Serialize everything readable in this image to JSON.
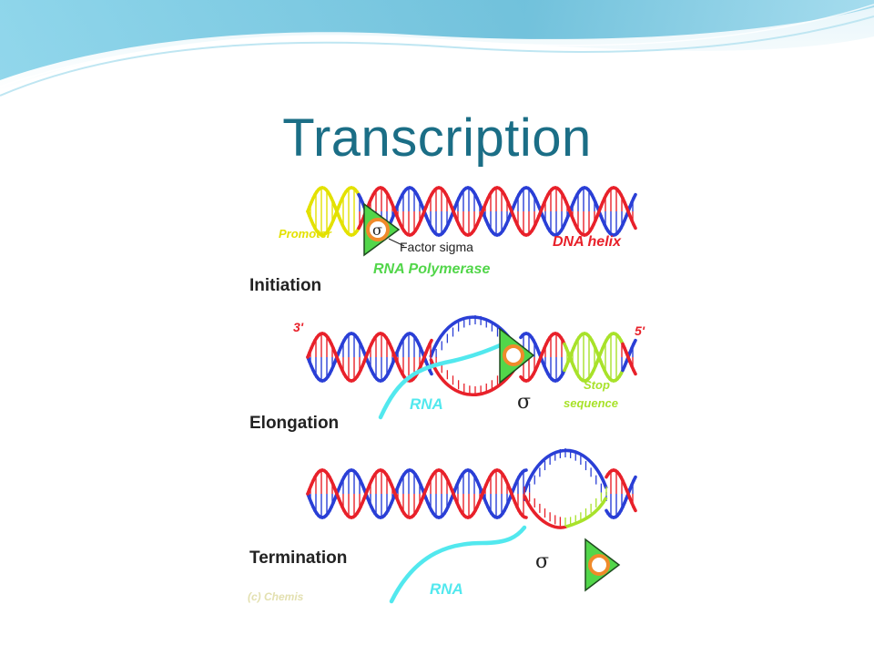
{
  "slide": {
    "title": "Transcription",
    "colors": {
      "title": "#1b6e86",
      "header_wave_dark": "#5cb8d6",
      "header_wave_light": "#cdeaf4"
    }
  },
  "figure": {
    "colors": {
      "strand_blue": "#2a3fd6",
      "strand_red": "#e8212a",
      "promoter_yellow": "#e3e100",
      "stop_green": "#a8e22a",
      "rna_cyan": "#52e8ee",
      "polymerase_green": "#52d64a",
      "sigma_orange": "#f08a2a"
    },
    "labels": {
      "promoter": "Promoter",
      "factor_sigma": "Factor sigma",
      "dna_helix": "DNA helix",
      "rna_polymerase": "RNA Polymerase",
      "initiation": "Initiation",
      "prime_3": "3'",
      "prime_5": "5'",
      "rna_elongation": "RNA",
      "sigma_symbol_elongation": "σ",
      "stop_line1": "Stop",
      "stop_line2": "sequence",
      "elongation": "Elongation",
      "termination": "Termination",
      "rna_termination": "RNA",
      "sigma_symbol_termination": "σ",
      "sigma_symbol_initiation": "σ",
      "copyright": "(c) Chemis"
    }
  }
}
